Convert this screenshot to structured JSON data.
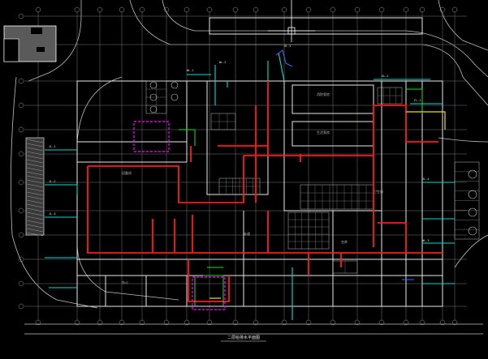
{
  "drawing": {
    "title": "二层给排水平面图",
    "room_labels": [
      "消防泵房",
      "生活泵房",
      "设备间",
      "卫生间",
      "办公",
      "仓库",
      "走道"
    ],
    "riser_tags": [
      "JL-1",
      "JL-2",
      "JL-3",
      "WL-1",
      "WL-2",
      "XL-1",
      "XL-2",
      "FL-1",
      "JL-4",
      "WL-3"
    ]
  },
  "colors": {
    "background": "#000000",
    "wall": "#ffffff",
    "grid": "#8c8c8c",
    "fire_pipe": "#ff1a1a",
    "water_pipe": "#00e0d0",
    "drain_pipe": "#20e020",
    "highlight": "#e000e0",
    "accent": "#f0e000",
    "gas_pipe": "#3a6bff"
  }
}
